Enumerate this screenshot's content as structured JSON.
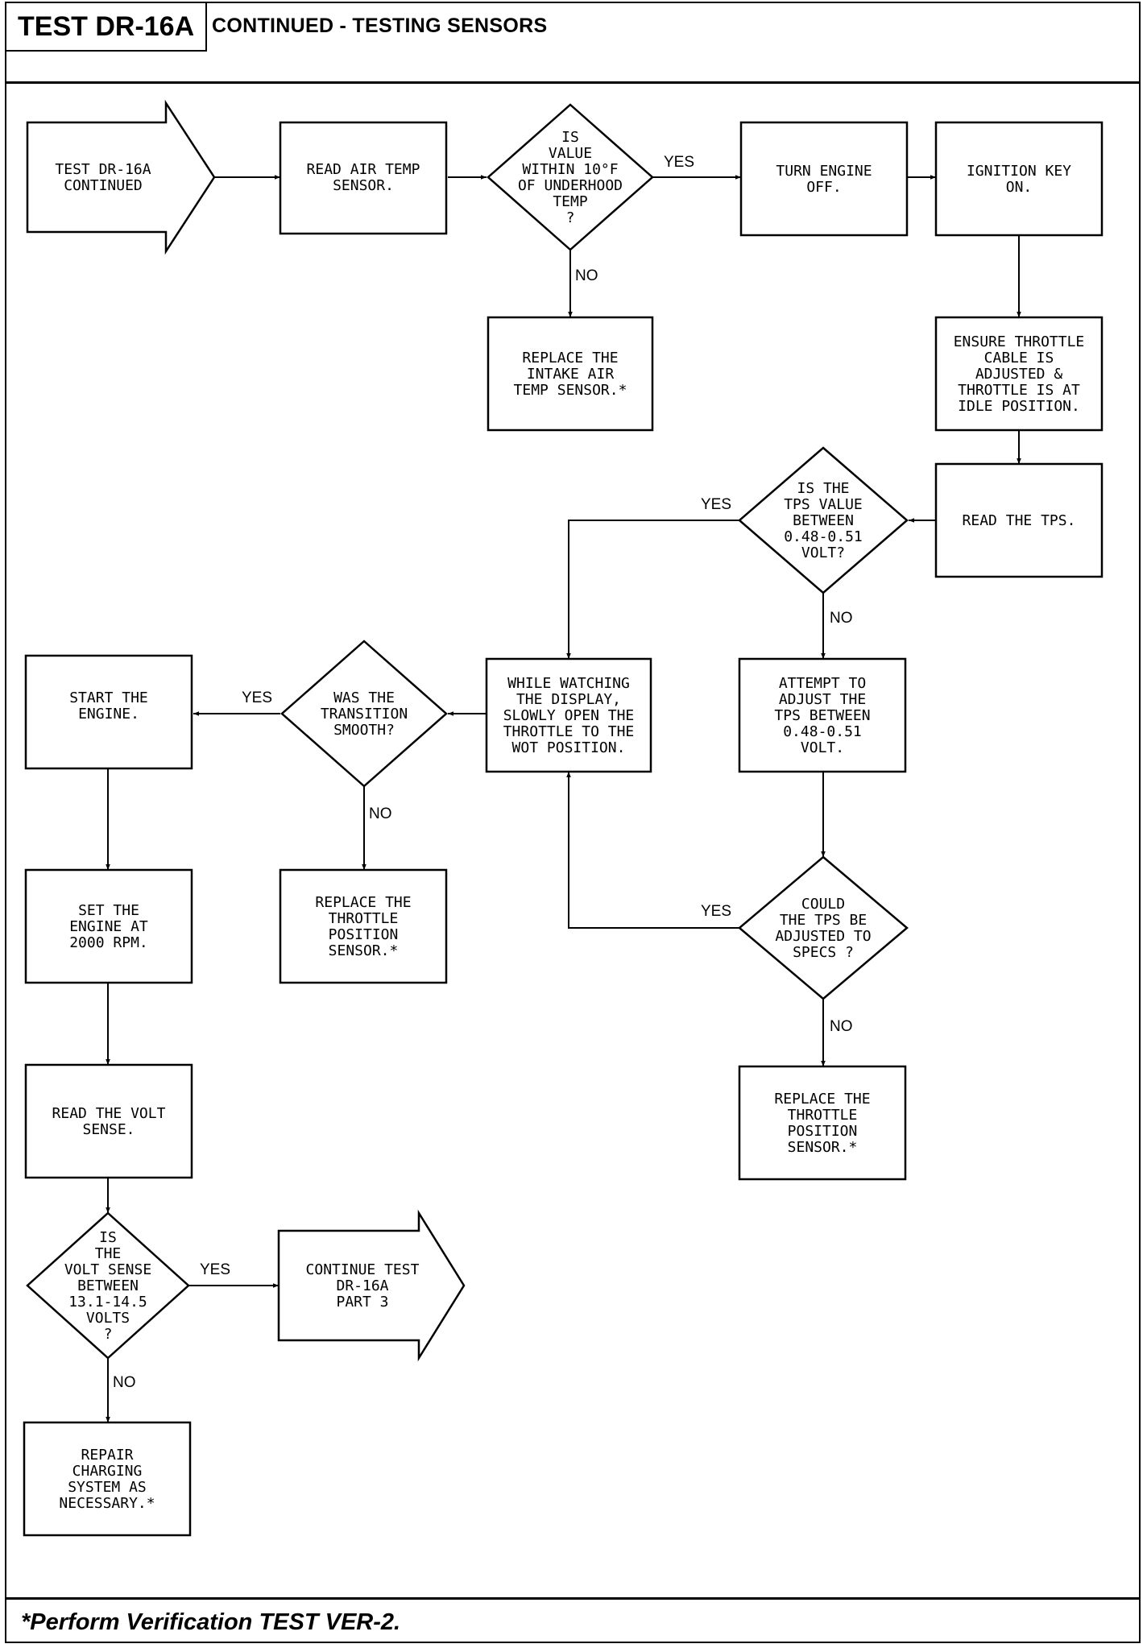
{
  "header": {
    "test_id": "TEST DR-16A",
    "title": "CONTINUED - TESTING SENSORS"
  },
  "footer": {
    "note": "*Perform Verification TEST VER-2."
  },
  "nodes": {
    "start": {
      "type": "arrow",
      "lines": [
        "TEST DR-16A",
        "CONTINUED"
      ]
    },
    "read_air_temp": {
      "type": "process",
      "lines": [
        "READ AIR TEMP",
        "SENSOR."
      ]
    },
    "value_within": {
      "type": "decision",
      "lines": [
        "IS",
        "VALUE",
        "WITHIN 10°F",
        "OF UNDERHOOD",
        "TEMP",
        "?"
      ]
    },
    "replace_intake": {
      "type": "process",
      "lines": [
        "REPLACE THE",
        "INTAKE AIR",
        "TEMP SENSOR.*"
      ]
    },
    "turn_engine_off": {
      "type": "process",
      "lines": [
        "TURN ENGINE",
        "OFF."
      ]
    },
    "ignition_key_on": {
      "type": "process",
      "lines": [
        "IGNITION KEY",
        "ON."
      ]
    },
    "ensure_throttle": {
      "type": "process",
      "lines": [
        "ENSURE THROTTLE",
        "CABLE IS",
        "ADJUSTED &",
        "THROTTLE IS AT",
        "IDLE POSITION."
      ]
    },
    "read_tps": {
      "type": "process",
      "lines": [
        "READ THE TPS."
      ]
    },
    "tps_between": {
      "type": "decision",
      "lines": [
        "IS THE",
        "TPS VALUE",
        "BETWEEN",
        "0.48-0.51",
        "VOLT?"
      ]
    },
    "attempt_adjust": {
      "type": "process",
      "lines": [
        "ATTEMPT TO",
        "ADJUST THE",
        "TPS BETWEEN",
        "0.48-0.51",
        "VOLT."
      ]
    },
    "could_adjust": {
      "type": "decision",
      "lines": [
        "COULD",
        "THE TPS BE",
        "ADJUSTED TO",
        "SPECS ?"
      ]
    },
    "replace_tps_1": {
      "type": "process",
      "lines": [
        "REPLACE THE",
        "THROTTLE",
        "POSITION",
        "SENSOR.*"
      ]
    },
    "while_watching": {
      "type": "process",
      "lines": [
        "WHILE WATCHING",
        "THE DISPLAY,",
        "SLOWLY OPEN THE",
        "THROTTLE TO THE",
        "WOT POSITION."
      ]
    },
    "transition_smooth": {
      "type": "decision",
      "lines": [
        "WAS THE",
        "TRANSITION",
        "SMOOTH?"
      ]
    },
    "replace_tps_2": {
      "type": "process",
      "lines": [
        "REPLACE THE",
        "THROTTLE",
        "POSITION",
        "SENSOR.*"
      ]
    },
    "start_engine": {
      "type": "process",
      "lines": [
        "START THE",
        "ENGINE."
      ]
    },
    "set_engine": {
      "type": "process",
      "lines": [
        "SET THE",
        "ENGINE AT",
        "2000 RPM."
      ]
    },
    "read_volt": {
      "type": "process",
      "lines": [
        "READ THE VOLT",
        "SENSE."
      ]
    },
    "volt_between": {
      "type": "decision",
      "lines": [
        "IS",
        "THE",
        "VOLT SENSE",
        "BETWEEN",
        "13.1-14.5",
        "VOLTS",
        "?"
      ]
    },
    "continue_test": {
      "type": "arrow",
      "lines": [
        "CONTINUE TEST",
        "DR-16A",
        "PART 3"
      ]
    },
    "repair_charging": {
      "type": "process",
      "lines": [
        "REPAIR",
        "CHARGING",
        "SYSTEM AS",
        "NECESSARY.*"
      ]
    }
  },
  "edge_labels": {
    "value_yes": "YES",
    "value_no": "NO",
    "tps_yes": "YES",
    "tps_no": "NO",
    "could_yes": "YES",
    "could_no": "NO",
    "smooth_yes": "YES",
    "smooth_no": "NO",
    "volt_yes": "YES",
    "volt_no": "NO"
  }
}
